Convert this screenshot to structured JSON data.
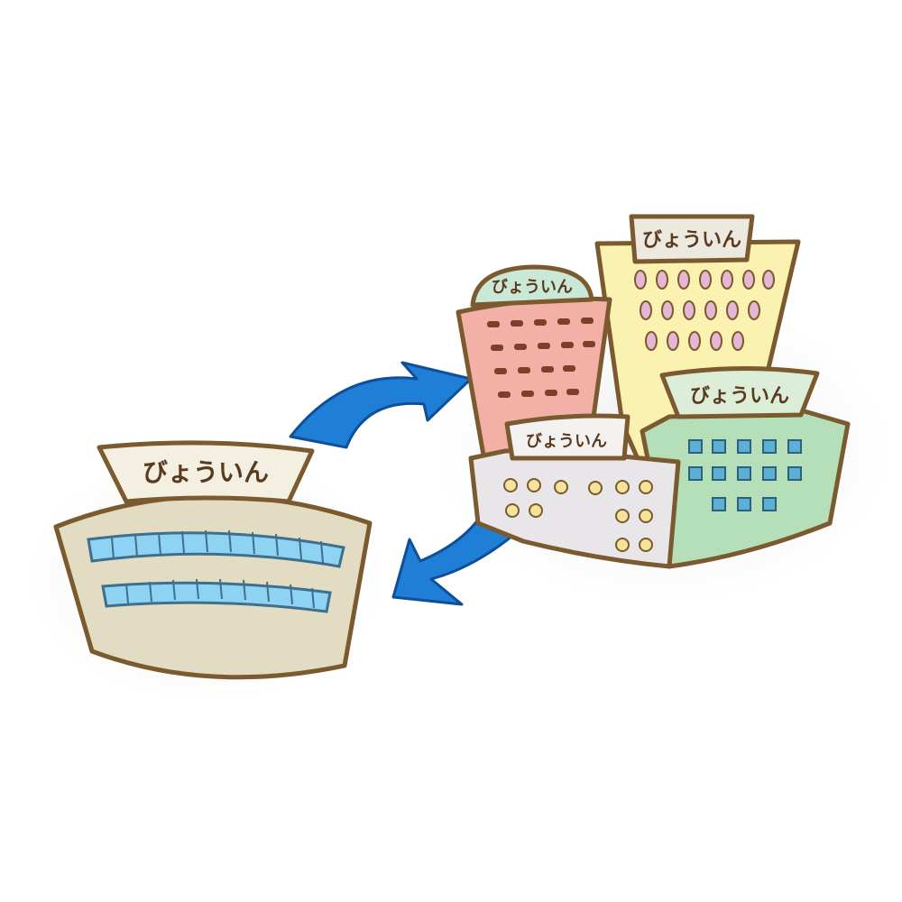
{
  "signs": {
    "small_hospital": "びょういん",
    "pink_building": "びょういん",
    "yellow_building": "びょういん",
    "green_building": "びょういん",
    "white_building": "びょういん"
  },
  "colors": {
    "outline": "#7a5a2e",
    "sign_text": "#5a3a1e",
    "arrow_blue": "#1f7fd6",
    "arrow_dark": "#0f4f9a",
    "window_blue": "#8fd3f4",
    "beige": "#e2dcc2",
    "pink": "#f3b0a6",
    "yellow": "#fbf2b2",
    "mint": "#c9e8d8",
    "green": "#b5dfb8",
    "gray": "#e8e6e8"
  }
}
